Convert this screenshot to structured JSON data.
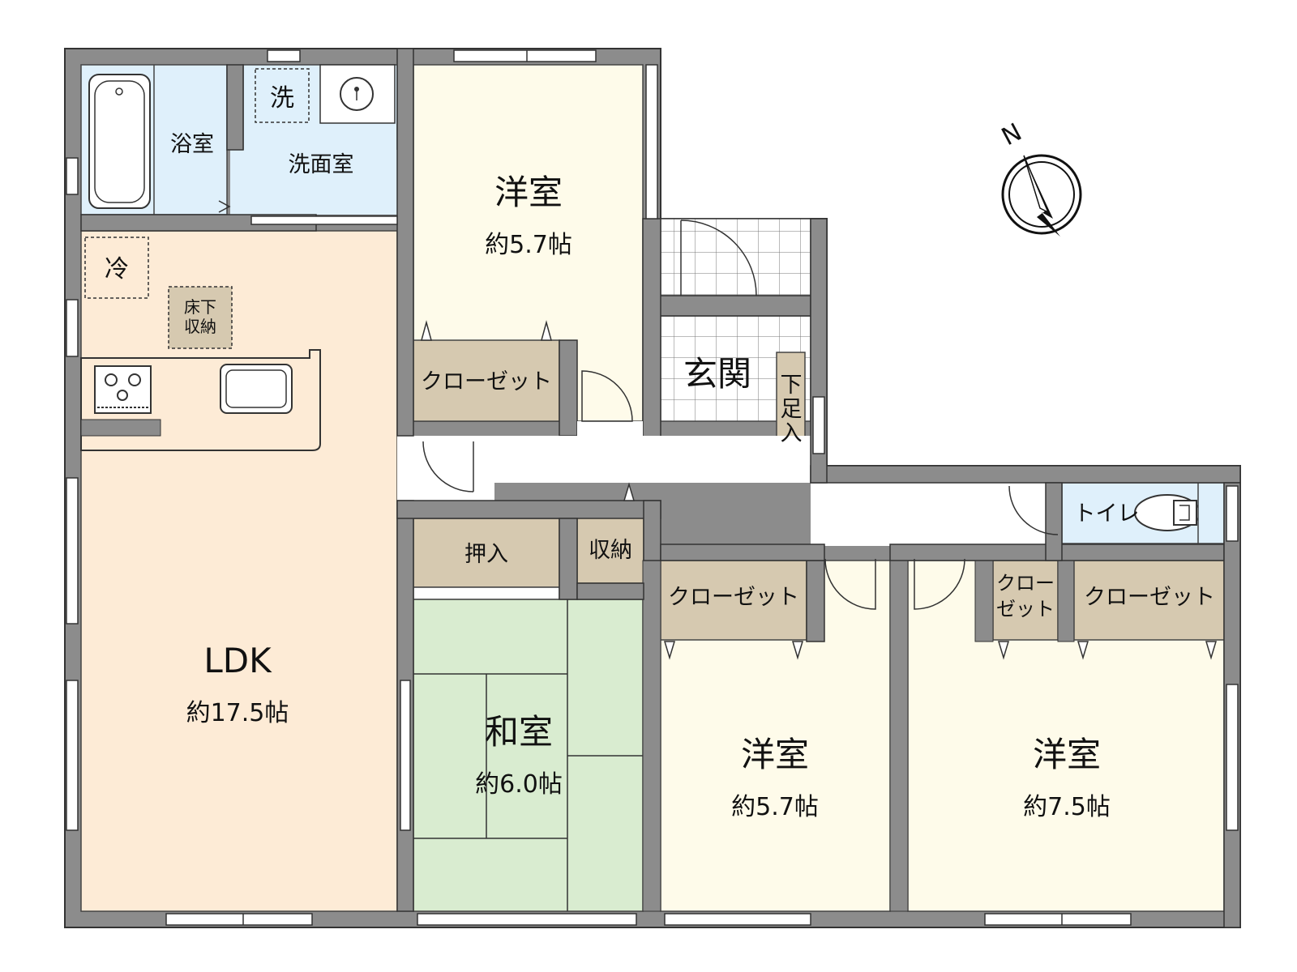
{
  "rooms": {
    "bath": "浴室",
    "washroom": "洗面室",
    "washer": "洗",
    "fridge": "冷",
    "underfloor_line1": "床下",
    "underfloor_line2": "収納",
    "western_north": {
      "name": "洋室",
      "size": "約5.7帖"
    },
    "closet_north": "クローゼット",
    "entrance": "玄関",
    "shoe_box_1": "下",
    "shoe_box_2": "足",
    "shoe_box_3": "入",
    "toilet": "トイレ",
    "ldk": {
      "name": "LDK",
      "size": "約17.5帖"
    },
    "oshiire": "押入",
    "storage": "収納",
    "japanese": {
      "name": "和室",
      "size": "約6.0帖"
    },
    "closet_mid": "クローゼット",
    "western_mid": {
      "name": "洋室",
      "size": "約5.7帖"
    },
    "closet_small_1": "クロー",
    "closet_small_2": "ゼット",
    "closet_east": "クローゼット",
    "western_east": {
      "name": "洋室",
      "size": "約7.5帖"
    }
  },
  "compass": {
    "north_label": "N"
  },
  "colors": {
    "wall": "#8c8c8c",
    "wet_area": "#dff0fb",
    "ldk": "#fdebd6",
    "western": "#fefbea",
    "japanese": "#d9ecd0",
    "closet": "#d6c9b0",
    "entrance": "#ffffff"
  }
}
